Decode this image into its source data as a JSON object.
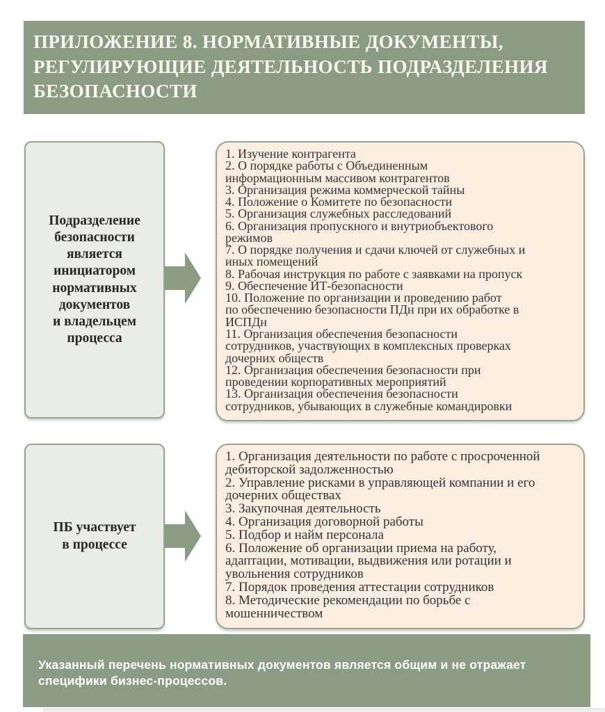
{
  "header": {
    "title": "ПРИЛОЖЕНИЕ 8. НОРМАТИВНЫЕ ДОКУМЕНТЫ,\nРЕГУЛИРУЮЩИЕ ДЕЯТЕЛЬНОСТЬ ПОДРАЗДЕЛЕНИЯ\nБЕЗОПАСНОСТИ"
  },
  "colors": {
    "band_green": "#8C9B84",
    "source_box_bg": "#EAECE7",
    "documents_box_bg": "#FBEEE1",
    "box_border": "#94A58B",
    "arrow": "#8C9B84",
    "title_text": "#F8F6F0",
    "body_text": "#333333",
    "footer_text": "#FFFFFF"
  },
  "flows": [
    {
      "source_label": "Подразделение\nбезопасности\nявляется\nинициатором\nнормативных\nдокументов\nи владельцем\nпроцесса",
      "documents": [
        "1. Изучение контрагента",
        "2. О порядке работы с Объединенным\nинформационным массивом контрагентов",
        "3. Организация режима коммерческой тайны",
        "4. Положение о Комитете по безопасности",
        "5. Организация служебных расследований",
        "6. Организация пропускного и внутриобъектового\nрежимов",
        "7. О порядке получения и сдачи ключей от служебных и\nиных помещений",
        "8. Рабочая инструкция по работе с заявками на пропуск",
        "9. Обеспечение ИТ-безопасности",
        "10. Положение по организации и проведению работ\nпо обеспечению безопасности ПДн при их обработке в\nИСПДн",
        "11. Организация обеспечения безопасности\nсотрудников, участвующих в комплексных проверках\nдочерних обществ",
        "12. Организация обеспечения безопасности при\nпроведении корпоративных мероприятий",
        "13. Организация обеспечения безопасности\nсотрудников, убывающих в служебные командировки"
      ]
    },
    {
      "source_label": "ПБ участвует\nв процессе",
      "documents": [
        "1. Организация деятельности по работе с просроченной\nдебиторской задолженностью",
        "2. Управление рисками в управляющей компании и его\nдочерних обществах",
        "3. Закупочная деятельность",
        "4. Организация договорной работы",
        "5. Подбор и найм персонала",
        "6. Положение об организации приема на работу,\nадаптации, мотивации, выдвижения или ротации и\nувольнения сотрудников",
        "7. Порядок проведения аттестации сотрудников",
        "8. Методические рекомендации по борьбе с\nмошенничеством"
      ]
    }
  ],
  "footer": {
    "note": "Указанный перечень нормативных документов является общим и не отражает\nспецифики бизнес-процессов."
  }
}
